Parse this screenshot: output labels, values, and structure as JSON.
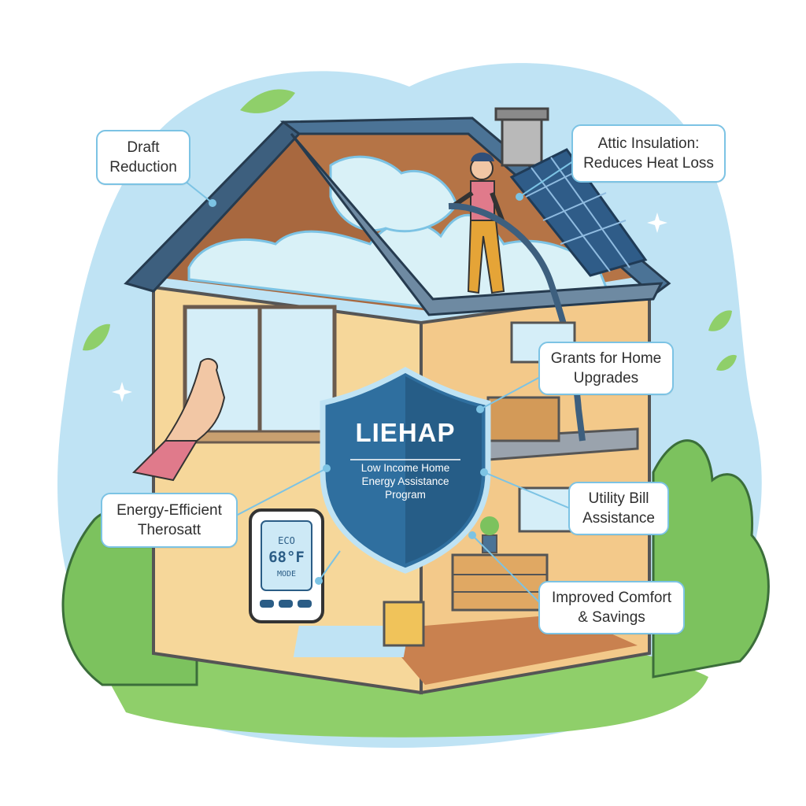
{
  "shield": {
    "title": "LIEHAP",
    "subtitle_lines": [
      "Low Income Home",
      "Energy Assistance",
      "Program"
    ]
  },
  "callouts": {
    "draft_reduction": [
      "Draft",
      "Reduction"
    ],
    "attic_insulation": [
      "Attic Insulation:",
      "Reduces Heat Loss"
    ],
    "grants": [
      "Grants for Home",
      "Upgrades"
    ],
    "thermostat": [
      "Energy-Efficient",
      "Therosatt"
    ],
    "utility_bill": [
      "Utility Bill",
      "Assistance"
    ],
    "comfort_savings": [
      "Improved Comfort",
      "& Savings"
    ]
  },
  "thermostat_display": {
    "mode": "ECO",
    "temp": "68°F",
    "label": "MODE"
  },
  "colors": {
    "sky": "#bfe3f4",
    "roof": "#3d5f7e",
    "wall": "#f6d79a",
    "attic": "#a8683f",
    "insulation": "#d9f1f7",
    "shield": "#2f6f9f",
    "callout_border": "#7cc3e4",
    "grass": "#8fcf6a"
  }
}
